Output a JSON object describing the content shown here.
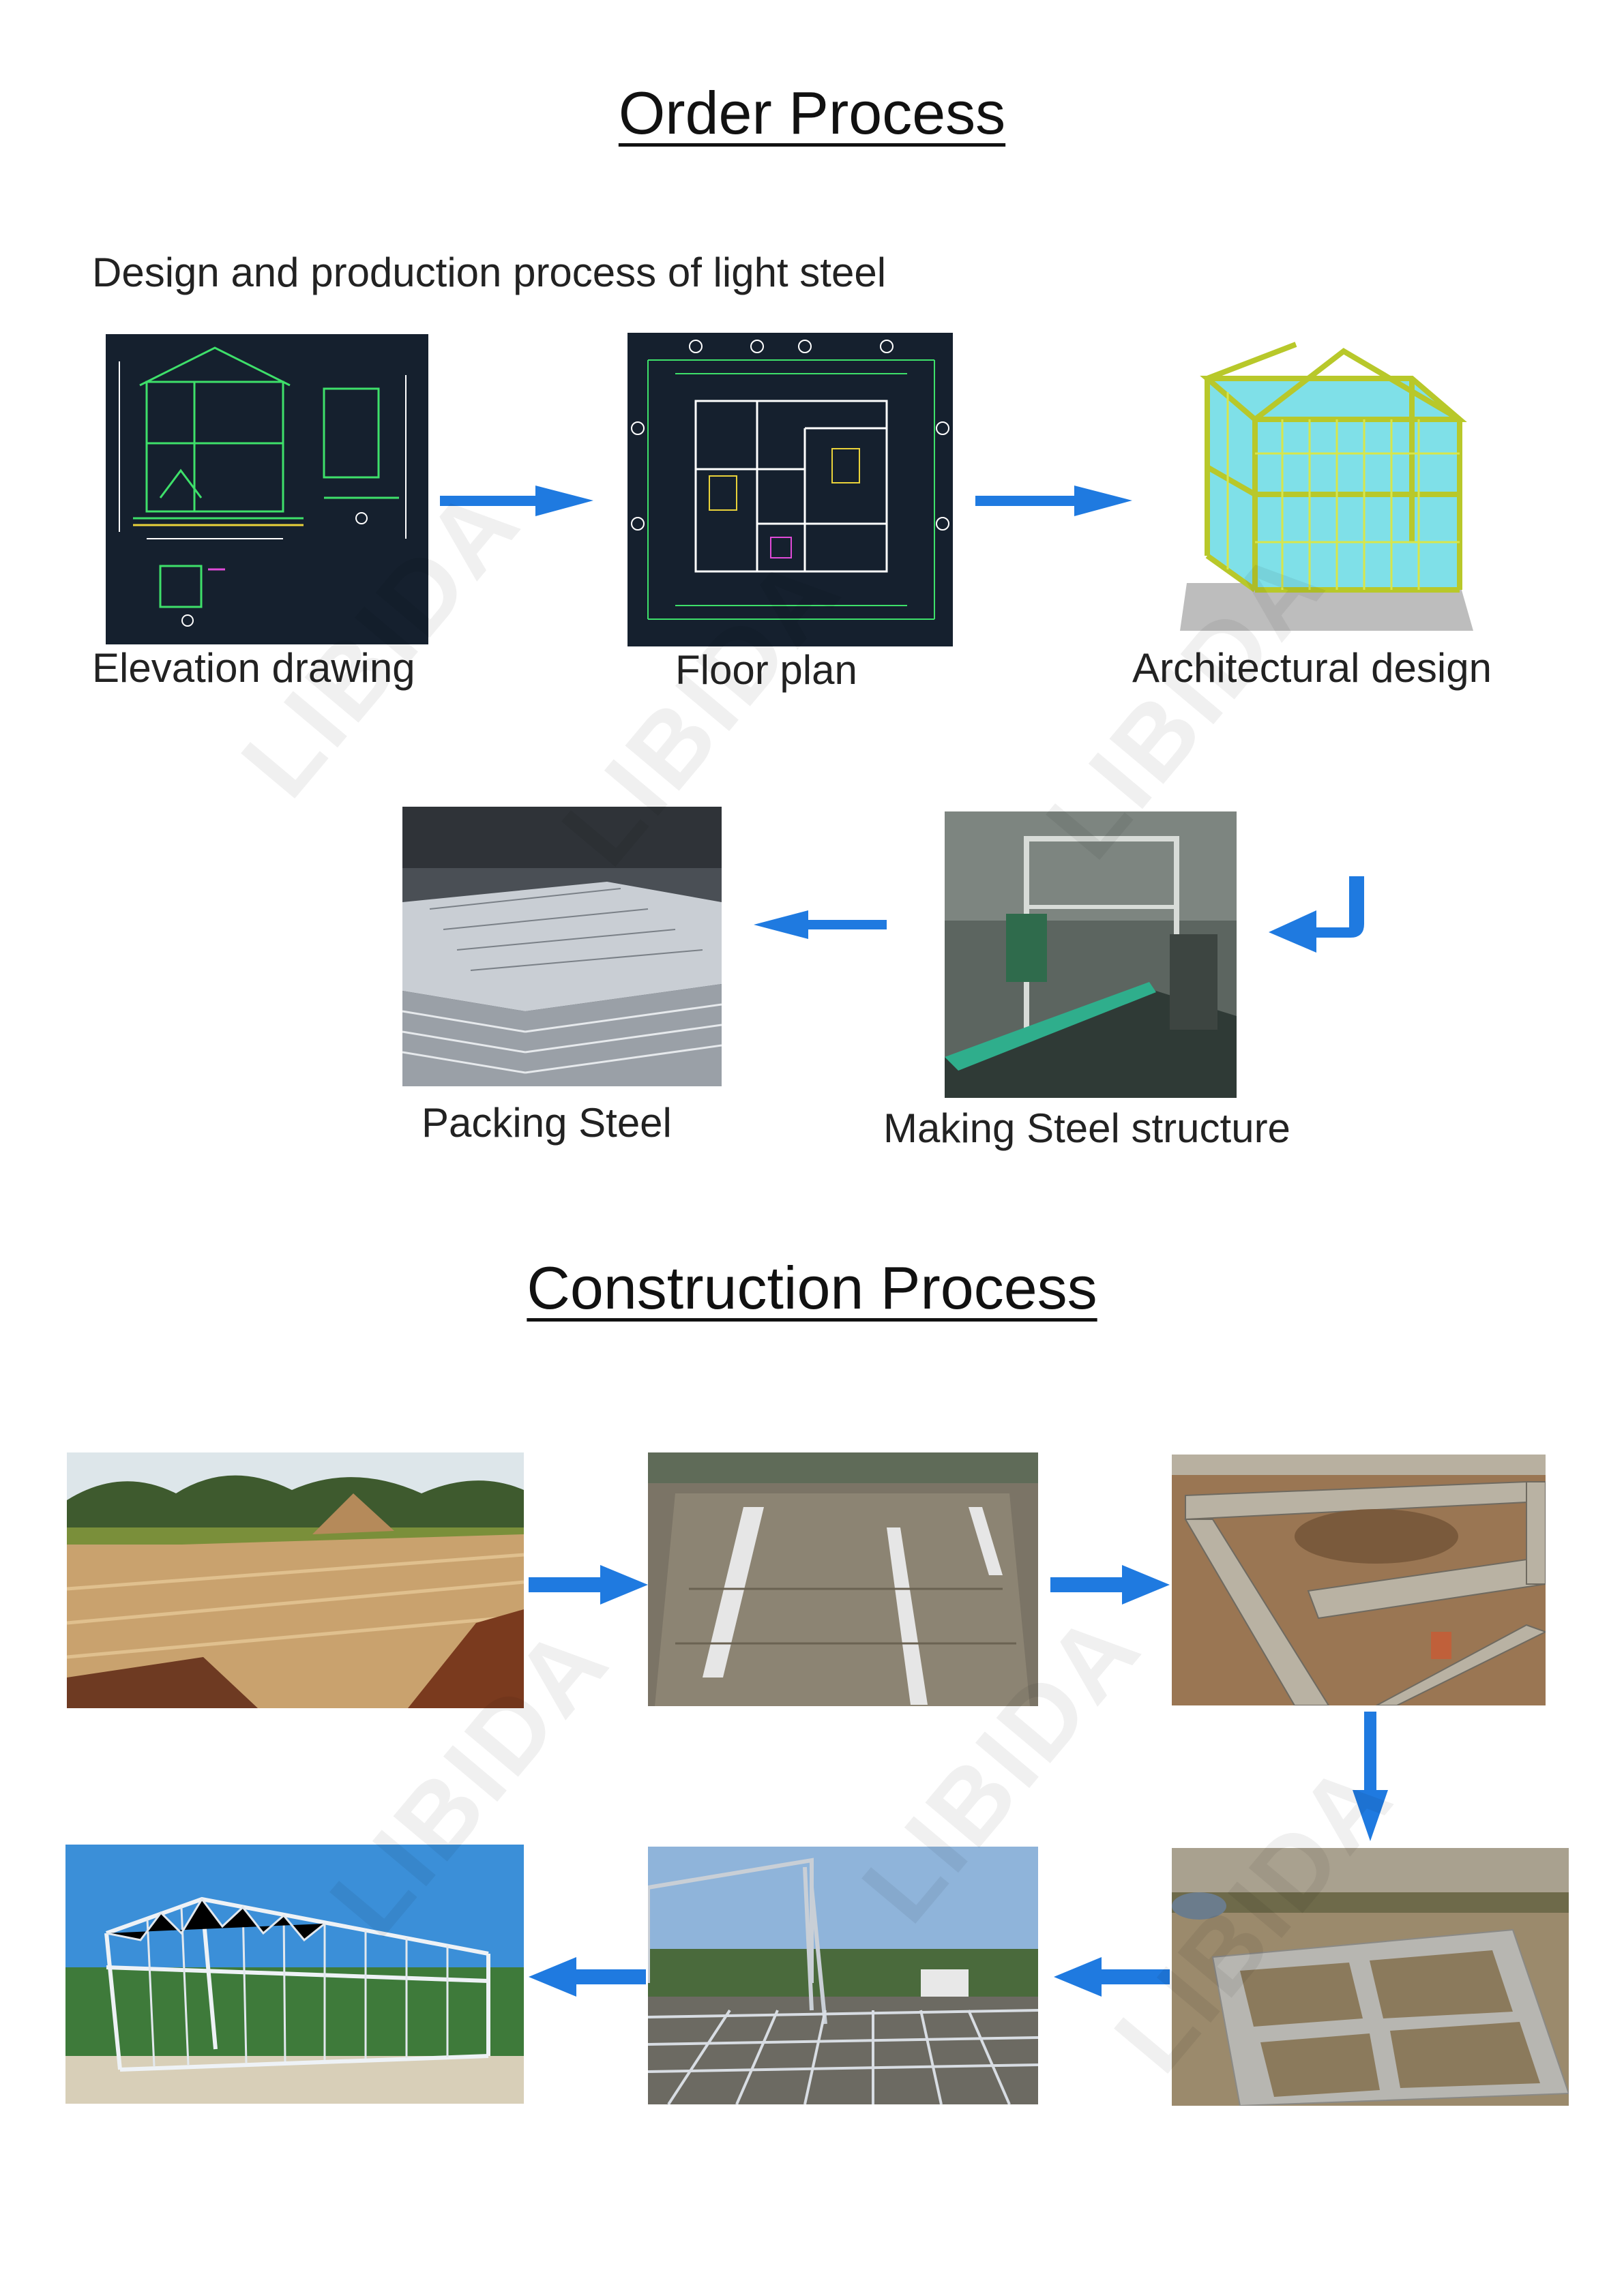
{
  "order": {
    "title": "Order Process",
    "subtitle": "Design and production process of light steel",
    "steps": {
      "elevation": "Elevation drawing",
      "floor_plan": "Floor plan",
      "architectural": "Architectural design",
      "packing": "Packing Steel",
      "making": "Making Steel structure"
    }
  },
  "construction": {
    "title": "Construction Process"
  },
  "watermark": "LIBIDA",
  "colors": {
    "arrow": "#1f7ae0",
    "cad_bg": "#15202e",
    "steel_frame": "#c9d83a"
  }
}
